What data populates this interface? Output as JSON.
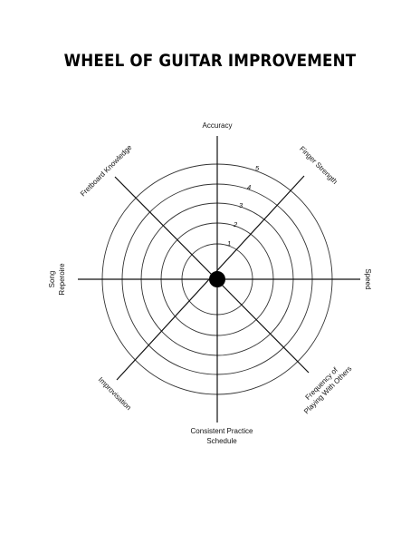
{
  "title": "WHEEL OF GUITAR IMPROVEMENT",
  "wheel": {
    "ring_count": 5,
    "ring_numbers": [
      "1",
      "2",
      "3",
      "4",
      "5"
    ],
    "categories": {
      "accuracy": "Accuracy",
      "finger_strength": "Finger Strength",
      "speed": "Speed",
      "frequency_line1": "Frequency of",
      "frequency_line2": "Playing With Others",
      "schedule_line1": "Consistent Practice",
      "schedule_line2": "Schedule",
      "improvisation": "Improvisation",
      "song_line1": "Song",
      "song_line2": "Reperoire",
      "fretboard": "Fretboard Knowledge"
    }
  }
}
